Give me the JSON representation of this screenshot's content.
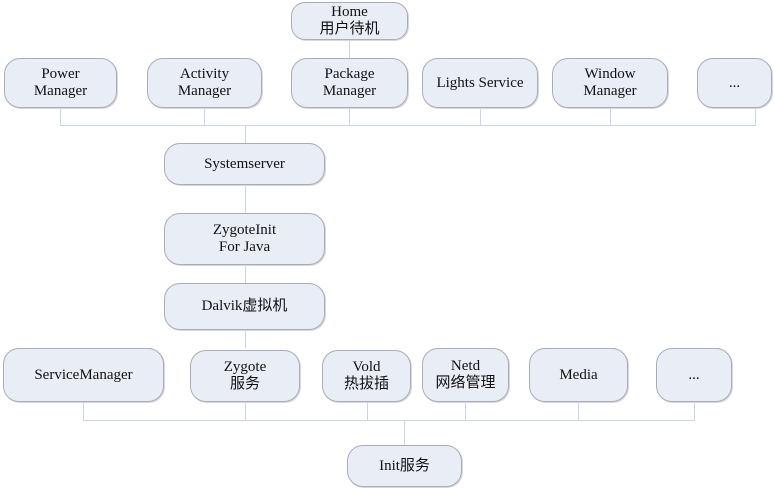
{
  "diagram": {
    "title_node": {
      "line1": "Home",
      "line2": "用户待机"
    },
    "framework_services": [
      {
        "line1": "Power",
        "line2": "Manager"
      },
      {
        "line1": "Activity",
        "line2": "Manager"
      },
      {
        "line1": "Package",
        "line2": "Manager"
      },
      {
        "line1": "Lights Service",
        "line2": ""
      },
      {
        "line1": "Window",
        "line2": "Manager"
      },
      {
        "line1": "...",
        "line2": ""
      }
    ],
    "systemserver": {
      "line1": "Systemserver"
    },
    "zygoteinit": {
      "line1": "ZygoteInit",
      "line2": "For Java"
    },
    "dalvik": {
      "line1": "Dalvik虚拟机"
    },
    "native_services": [
      {
        "line1": "ServiceManager",
        "line2": ""
      },
      {
        "line1": "Zygote",
        "line2": "服务"
      },
      {
        "line1": "Vold",
        "line2": "热拔插"
      },
      {
        "line1": "Netd",
        "line2": "网络管理"
      },
      {
        "line1": "Media",
        "line2": ""
      },
      {
        "line1": "...",
        "line2": ""
      }
    ],
    "init": {
      "line1": "Init服务"
    },
    "colors": {
      "node_fill": "#e9edf6",
      "node_border": "#a9adb5",
      "connector": "#c9d5e8"
    }
  }
}
